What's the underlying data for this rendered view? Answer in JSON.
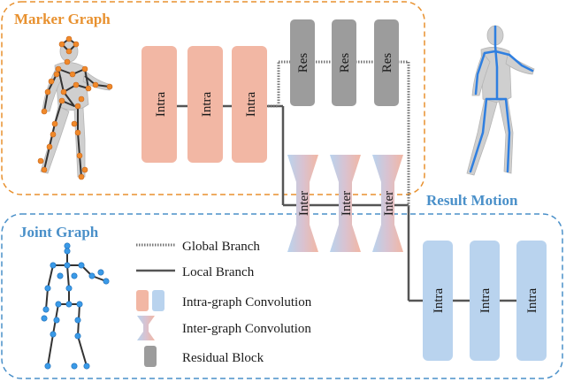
{
  "panels": {
    "marker_title": "Marker Graph",
    "joint_title": "Joint Graph",
    "result_title": "Result Motion"
  },
  "blocks": {
    "intra": "Intra",
    "inter": "Inter",
    "res": "Res"
  },
  "legend": {
    "global": "Global Branch",
    "local": "Local Branch",
    "intra": "Intra-graph Convolution",
    "inter": "Inter-graph Convolution",
    "residual": "Residual Block"
  },
  "colors": {
    "marker": "#e8912f",
    "joint": "#4a90c9",
    "orange_block": "#f2b7a4",
    "blue_block": "#b9d3ee",
    "grey_block": "#9c9c9c"
  }
}
